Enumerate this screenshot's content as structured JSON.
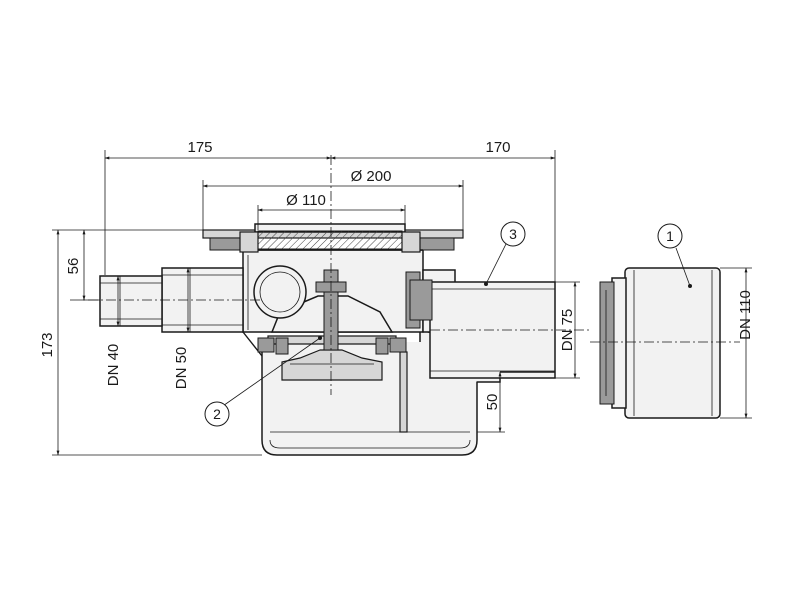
{
  "dimensions": {
    "width_left": "175",
    "width_right": "170",
    "grate_diameter": "Ø 200",
    "inner_diameter": "Ø 110",
    "total_height": "173",
    "inlet_height": "56",
    "outlet_height": "50",
    "inlet_dn40": "DN 40",
    "inlet_dn50": "DN 50",
    "outlet_dn75": "DN 75",
    "adapter_dn110": "DN 110"
  },
  "callouts": {
    "part_1": "1",
    "part_2": "2",
    "part_3": "3"
  }
}
